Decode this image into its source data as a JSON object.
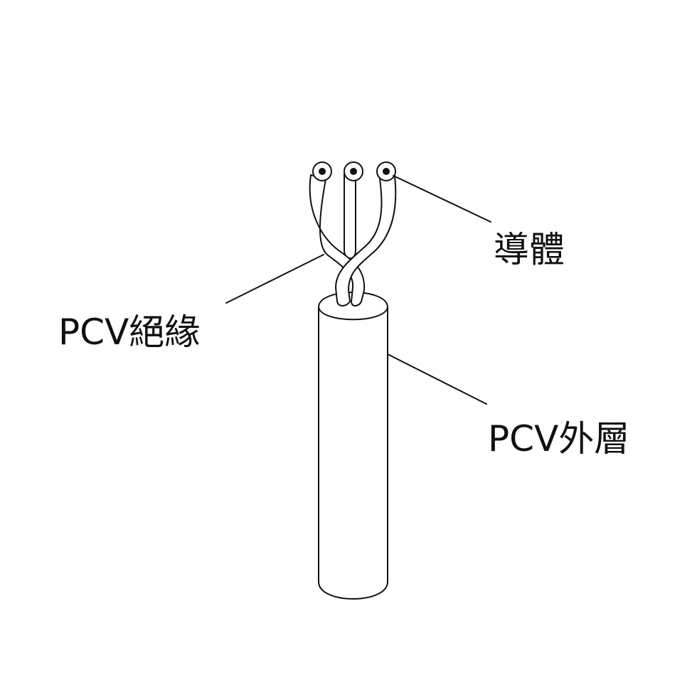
{
  "labels": {
    "conductor": "導體",
    "insulation": "PCV絕緣",
    "outer_sheath": "PCV外層"
  },
  "colors": {
    "background": "#ffffff",
    "line": "#111111",
    "text": "#111111"
  }
}
